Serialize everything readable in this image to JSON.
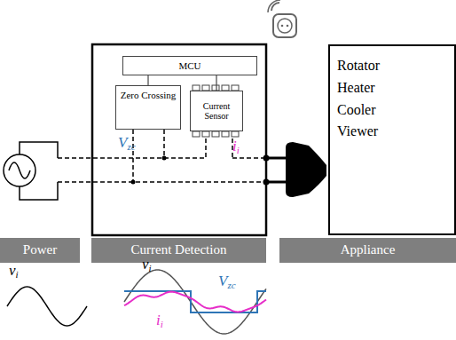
{
  "diagram": {
    "nodes": [
      {
        "text": [
          "MCU"
        ]
      },
      {
        "text": [
          "Zero Crossing"
        ]
      },
      {
        "text": [
          "Current Sensor"
        ]
      },
      {
        "text": [
          "Rotator Heater Cooler Viewer"
        ]
      },
      {
        "text": [
          "Power"
        ]
      },
      {
        "text": [
          "Current Detection"
        ]
      },
      {
        "text": [
          "Appliance"
        ]
      }
    ],
    "edges": [
      {
        "from": 0,
        "to": 1,
        "arrow": "none"
      },
      {
        "from": 0,
        "to": 2,
        "arrow": "none"
      }
    ],
    "labels": [
      "Vzc",
      "ii",
      "vi",
      "vi",
      "Vzc",
      "ii"
    ]
  }
}
